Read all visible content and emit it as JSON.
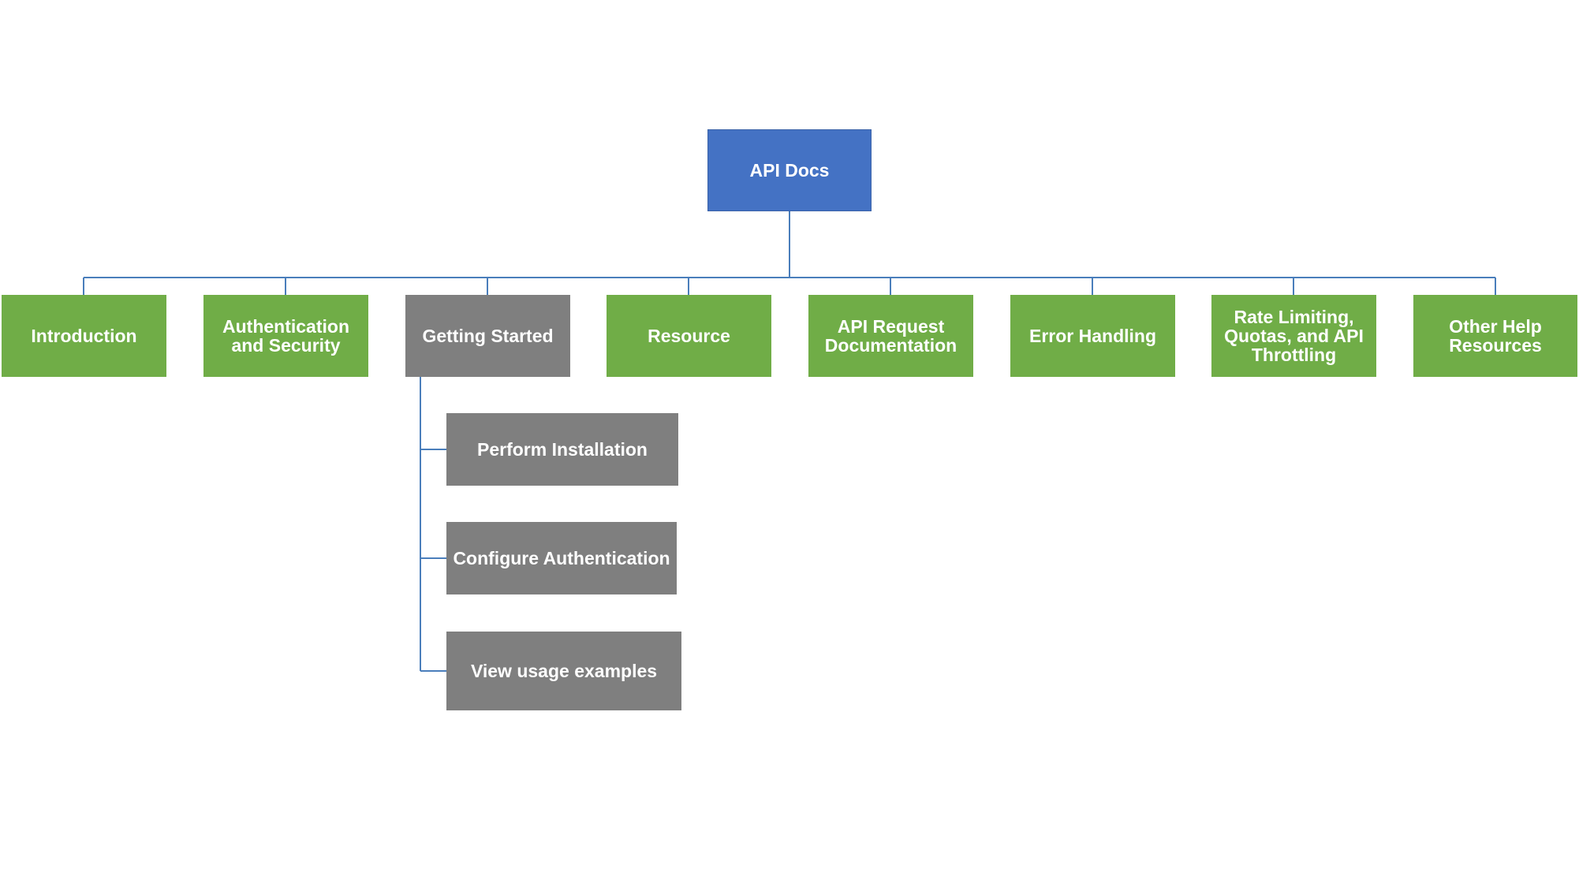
{
  "diagram": {
    "root": {
      "label": "API Docs"
    },
    "sections": [
      {
        "label": "Introduction"
      },
      {
        "label": "Authentication and Security"
      },
      {
        "label": "Getting Started"
      },
      {
        "label": "Resource"
      },
      {
        "label": "API Request Documentation"
      },
      {
        "label": "Error Handling"
      },
      {
        "label": "Rate Limiting, Quotas, and API Throttling"
      },
      {
        "label": "Other Help Resources"
      }
    ],
    "getting_started_steps": [
      {
        "label": "Perform Installation"
      },
      {
        "label": "Configure Authentication"
      },
      {
        "label": "View usage examples"
      }
    ],
    "colors": {
      "root": "#4472c4",
      "section": "#70ad47",
      "highlighted_section": "#7f7f7f",
      "sub_step": "#7f7f7f",
      "connector": "#4a7ebb",
      "text": "#ffffff"
    }
  }
}
